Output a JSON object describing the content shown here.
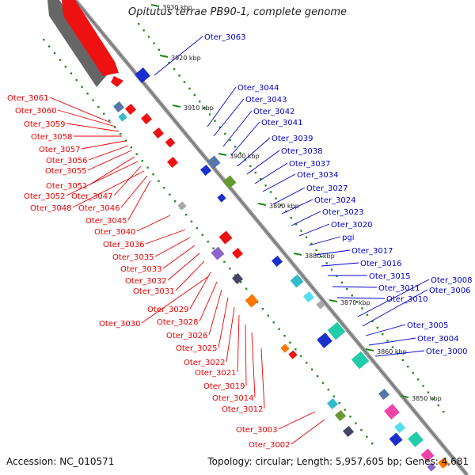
{
  "title": "Opitutus terrae PB90-1, complete genome",
  "accession": "Accession: NC_010571",
  "topology": "Topology: circular; Length: 5,957,605 bp; Genes: 4,681",
  "scale_labels": [
    "3930 kbp",
    "3920 kbp",
    "3910 kbp",
    "3900 kbp",
    "3890 kbp",
    "3880 kbp",
    "3870 kbp",
    "3860 kbp",
    "3850 kbp"
  ],
  "genes_plus": [
    "Oter_3063",
    "Oter_3044",
    "Oter_3043",
    "Oter_3042",
    "Oter_3041",
    "Oter_3039",
    "Oter_3038",
    "Oter_3037",
    "Oter_3034",
    "Oter_3027",
    "Oter_3024",
    "Oter_3023",
    "Oter_3020",
    "pgi",
    "Oter_3017",
    "Oter_3016",
    "Oter_3015",
    "Oter_3011",
    "Oter_3010",
    "Oter_3008",
    "Oter_3006",
    "Oter_3005",
    "Oter_3004",
    "Oter_3000"
  ],
  "genes_minus": [
    "Oter_3061",
    "Oter_3060",
    "Oter_3059",
    "Oter_3058",
    "Oter_3057",
    "Oter_3056",
    "Oter_3055",
    "Oter_3051",
    "Oter_3052",
    "Oter_3047",
    "Oter_3048",
    "Oter_3046",
    "Oter_3045",
    "Oter_3040",
    "Oter_3036",
    "Oter_3035",
    "Oter_3033",
    "Oter_3032",
    "Oter_3031",
    "Oter_3029",
    "Oter_3030",
    "Oter_3028",
    "Oter_3026",
    "Oter_3025",
    "Oter_3022",
    "Oter_3021",
    "Oter_3019",
    "Oter_3014",
    "Oter_3012",
    "Oter_3003",
    "Oter_3002"
  ],
  "colors": {
    "plus": "#0000cc",
    "minus": "#ee0000",
    "backbone": "#888888",
    "scale": "#228822"
  }
}
